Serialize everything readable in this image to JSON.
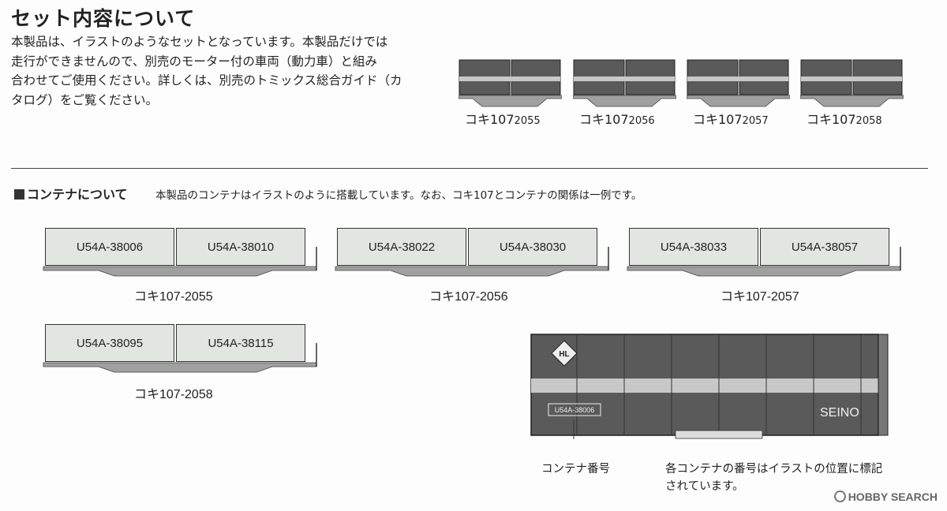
{
  "title": "セット内容について",
  "intro_lines": [
    "本製品は、イラストのようなセットとなっています。本製品だけでは",
    "走行ができませんので、別売のモーター付の車両（動力車）と組み",
    "合わせてご使用ください。詳しくは、別売のトミックス総合ガイド（カ",
    "タログ）をご覧ください。"
  ],
  "top_cars": [
    {
      "name": "コキ107",
      "num": "2055"
    },
    {
      "name": "コキ107",
      "num": "2056"
    },
    {
      "name": "コキ107",
      "num": "2057"
    },
    {
      "name": "コキ107",
      "num": "2058"
    }
  ],
  "container_section": {
    "title": "コンテナについて",
    "note": "本製品のコンテナはイラストのように搭載しています。なお、コキ107とコンテナの関係は一例です。"
  },
  "wagons": [
    {
      "label": "コキ107-2055",
      "containers": [
        "U54A-38006",
        "U54A-38010"
      ]
    },
    {
      "label": "コキ107-2056",
      "containers": [
        "U54A-38022",
        "U54A-38030"
      ]
    },
    {
      "label": "コキ107-2057",
      "containers": [
        "U54A-38033",
        "U54A-38057"
      ]
    },
    {
      "label": "コキ107-2058",
      "containers": [
        "U54A-38095",
        "U54A-38115"
      ]
    }
  ],
  "illustration": {
    "plate_text": "U54A-38006",
    "brand": "SEINO",
    "logo": "HL"
  },
  "captions": {
    "container_number": "コンテナ番号",
    "position_note_1": "各コンテナの番号はイラストの位置に標記",
    "position_note_2": "されています。"
  },
  "watermark": "HOBBY SEARCH",
  "colors": {
    "container_fill": "#e2e5e2",
    "container_dark": "#5a5a5a",
    "stripe": "#c8c8c8",
    "deck": "#a0a0a0"
  }
}
